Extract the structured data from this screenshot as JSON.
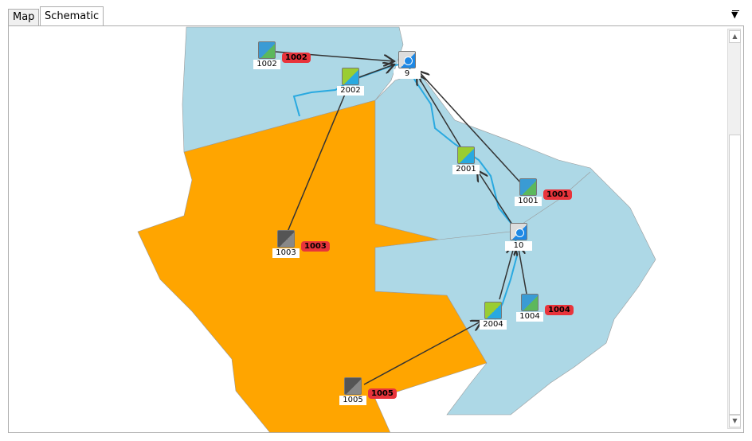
{
  "tabs": [
    {
      "label": "Map",
      "active": false
    },
    {
      "label": "Schematic",
      "active": true
    }
  ],
  "menu_icon": "dropdown-triangle-icon",
  "colors": {
    "basin": "#add8e6",
    "selected_basin": "#ffa500",
    "river": "#29a9e0",
    "badge": "#e8343b"
  },
  "nodes": {
    "n1002": {
      "label": "1002",
      "badge": "1002",
      "type": "catchment"
    },
    "n2002": {
      "label": "2002",
      "type": "river-reach"
    },
    "n9": {
      "label": "9",
      "type": "junction"
    },
    "n2001": {
      "label": "2001",
      "type": "river-reach"
    },
    "n1001": {
      "label": "1001",
      "badge": "1001",
      "type": "catchment"
    },
    "n10": {
      "label": "10",
      "type": "junction"
    },
    "n1003": {
      "label": "1003",
      "badge": "1003",
      "type": "reservoir"
    },
    "n2004": {
      "label": "2004",
      "type": "river-reach"
    },
    "n1004": {
      "label": "1004",
      "badge": "1004",
      "type": "catchment"
    },
    "n1005": {
      "label": "1005",
      "badge": "1005",
      "type": "reservoir"
    }
  }
}
